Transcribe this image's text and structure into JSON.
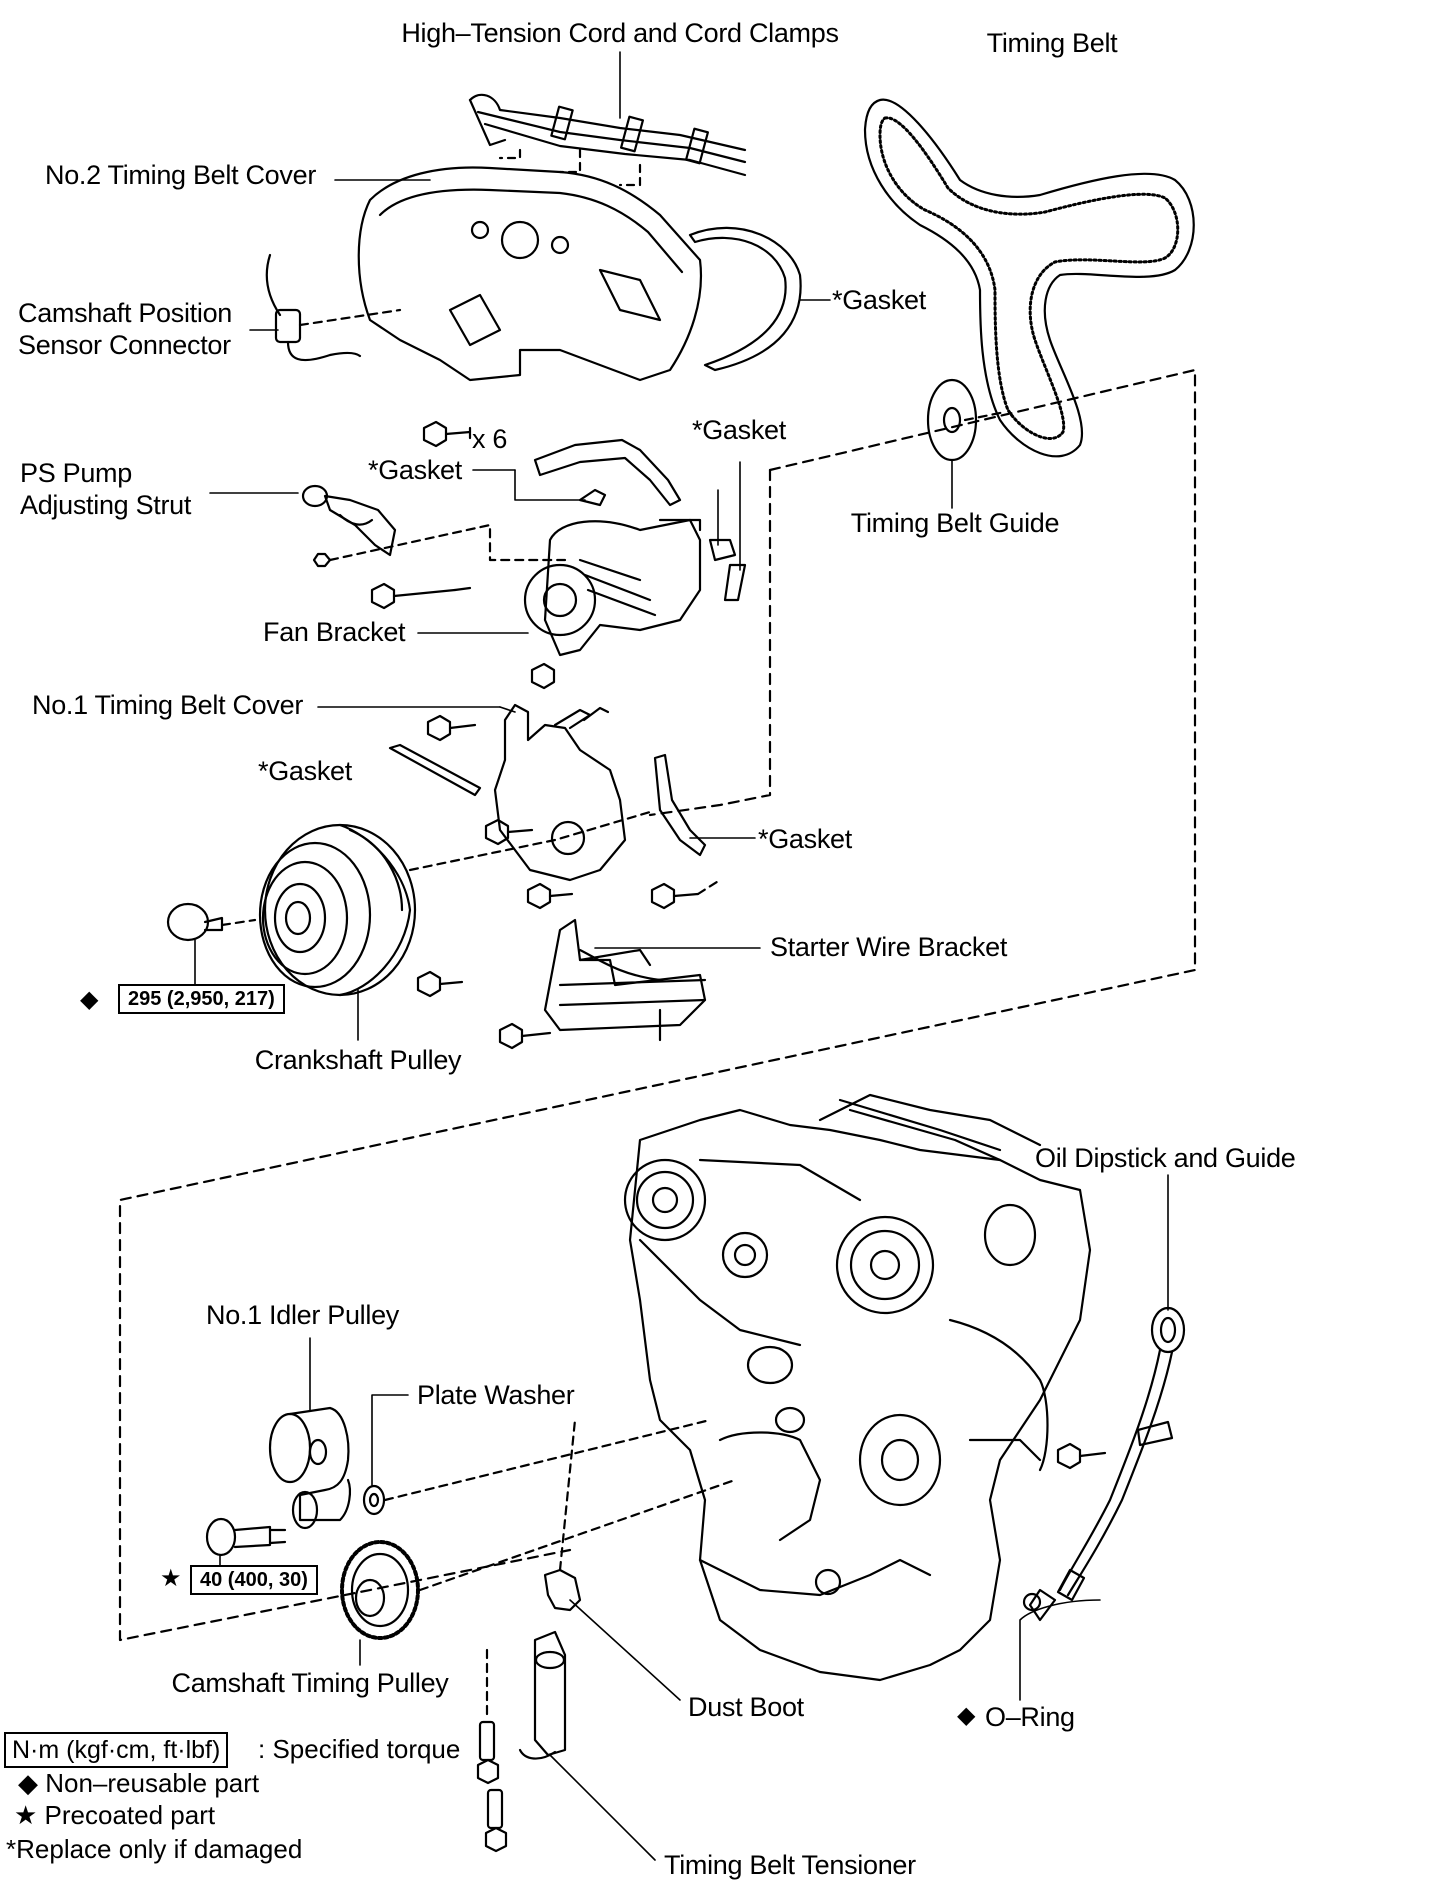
{
  "labels": {
    "high_tension_cord": "High–Tension Cord and Cord Clamps",
    "timing_belt": "Timing Belt",
    "no2_cover": "No.2 Timing Belt Cover",
    "gasket": "*Gasket",
    "cam_sensor_line1": "Camshaft Position",
    "cam_sensor_line2": "Sensor Connector",
    "bolt_count": "x 6",
    "ps_pump_line1": "PS Pump",
    "ps_pump_line2": "Adjusting Strut",
    "timing_belt_guide": "Timing Belt Guide",
    "fan_bracket": "Fan Bracket",
    "no1_cover": "No.1 Timing Belt Cover",
    "starter_wire_bracket": "Starter Wire Bracket",
    "crankshaft_pulley": "Crankshaft Pulley",
    "oil_dipstick": "Oil Dipstick and Guide",
    "no1_idler_pulley": "No.1 Idler Pulley",
    "plate_washer": "Plate Washer",
    "camshaft_timing_pulley": "Camshaft Timing Pulley",
    "dust_boot": "Dust Boot",
    "o_ring": "O–Ring",
    "timing_belt_tensioner": "Timing Belt Tensioner"
  },
  "torque": {
    "crankshaft": "295 (2,950, 217)",
    "idler": "40 (400, 30)"
  },
  "symbols": {
    "non_reusable": "◆",
    "precoated": "★"
  },
  "legend": {
    "unit_box": "N·m (kgf·cm, ft·lbf)",
    "unit_desc": ": Specified torque",
    "non_reusable": "Non–reusable part",
    "precoated": "Precoated part",
    "replace": "*Replace only if damaged"
  }
}
